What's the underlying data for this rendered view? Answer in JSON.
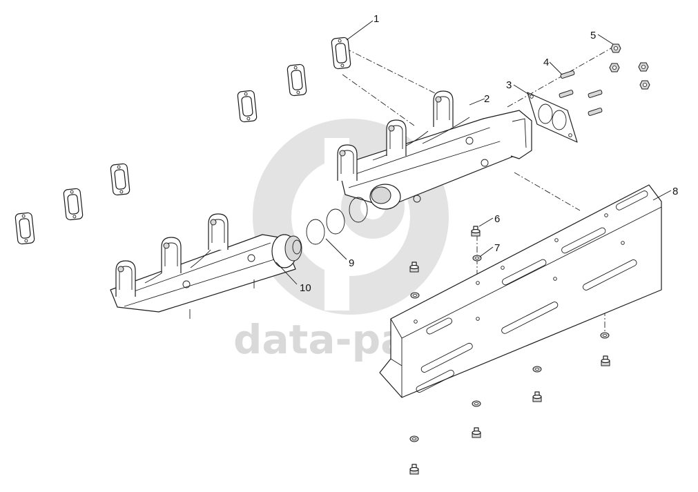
{
  "watermark": {
    "text": "data-parts"
  },
  "callouts": {
    "c1": "1",
    "c2": "2",
    "c3": "3",
    "c4": "4",
    "c5": "5",
    "c6": "6",
    "c7": "7",
    "c8": "8",
    "c9": "9",
    "c10": "10"
  },
  "colors": {
    "line": "#1a1a1a",
    "watermark": "#d9d9d9",
    "shade": "#d8d8d8"
  }
}
